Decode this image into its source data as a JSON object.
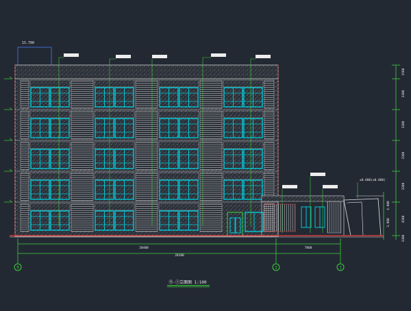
{
  "drawing": {
    "title": "⑨-①立面图 1:100",
    "roof_label": "15.700",
    "annex_label": "±0.000(±0.000)",
    "dimensions": {
      "bay_left": "20400",
      "bay_right": "7800",
      "total": "28200"
    },
    "grid_axes": [
      "9",
      "2",
      "1"
    ],
    "right_elevations": [
      "1500",
      "3300",
      "3300",
      "3300",
      "3300",
      "4500",
      "3300"
    ],
    "annex_tags": [
      "4.900",
      "3.900"
    ]
  },
  "colors": {
    "background": "#232933",
    "cyan": "#00c8d7",
    "green": "#3cd23c",
    "red": "#d23c3c",
    "white": "#e8e8e8"
  }
}
